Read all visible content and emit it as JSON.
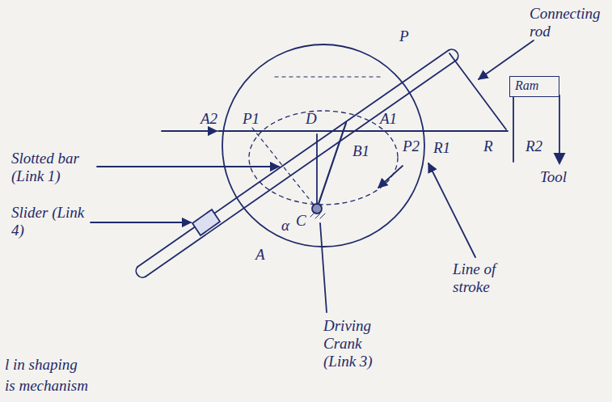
{
  "diagram": {
    "nodes": [
      {
        "text": [
          "Ram"
        ]
      }
    ],
    "labels": [
      "Connecting rod",
      "Slotted bar (Link 1)",
      "Slider (Link 4)",
      "Driving Crank (Link 3)",
      "Line of stroke",
      "Tool",
      "A2",
      "A1",
      "P1",
      "P2",
      "P",
      "D",
      "B1",
      "C",
      "A",
      "α",
      "R",
      "R1",
      "R2",
      "l in shaping",
      "is mechanism"
    ]
  }
}
